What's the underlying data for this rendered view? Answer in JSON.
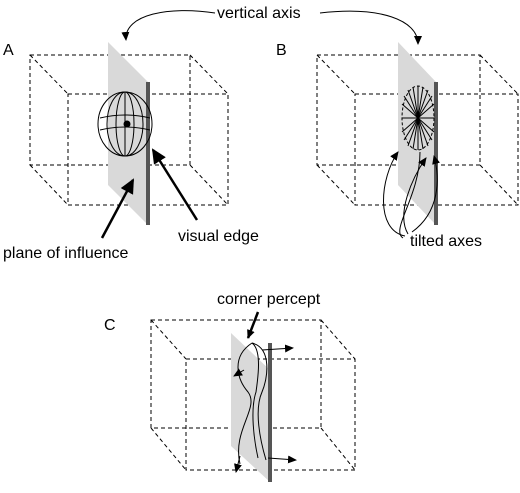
{
  "panels": {
    "a": "A",
    "b": "B",
    "c": "C"
  },
  "labels": {
    "vertical_axis": "vertical axis",
    "plane_of_influence": "plane of influence",
    "visual_edge": "visual edge",
    "tilted_axes": "tilted axes",
    "corner_percept": "corner percept"
  }
}
